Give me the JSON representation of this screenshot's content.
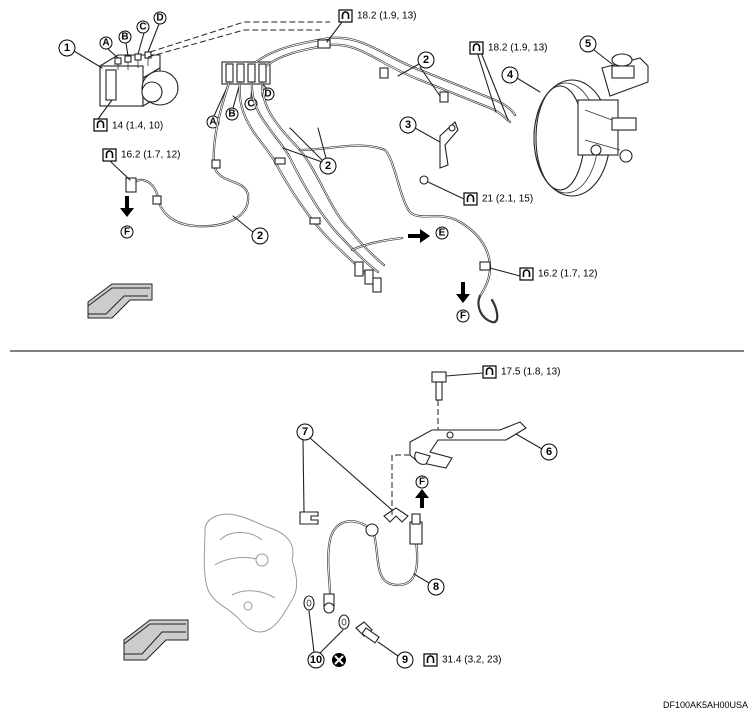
{
  "torques": {
    "abs_unit": "14 (1.4, 10)",
    "left_front_pipe": "16.2 (1.7, 12)",
    "pipe_joint_top": "18.2 (1.9, 13)",
    "master_cyl": "18.2 (1.9, 13)",
    "bracket_bolt": "21 (2.1, 15)",
    "right_front_pipe": "16.2 (1.7, 12)",
    "hose_bracket_bolt": "17.5 (1.8, 13)",
    "union_bolt": "31.4 (3.2, 23)"
  },
  "callouts": {
    "n1": "1",
    "n2": "2",
    "n3": "3",
    "n4": "4",
    "n5": "5",
    "n6": "6",
    "n7": "7",
    "n8": "8",
    "n9": "9",
    "n10": "10"
  },
  "letters": {
    "A": "A",
    "B": "B",
    "C": "C",
    "D": "D",
    "E": "E",
    "F": "F"
  },
  "figure_code": "DF100AK5AH00USA"
}
